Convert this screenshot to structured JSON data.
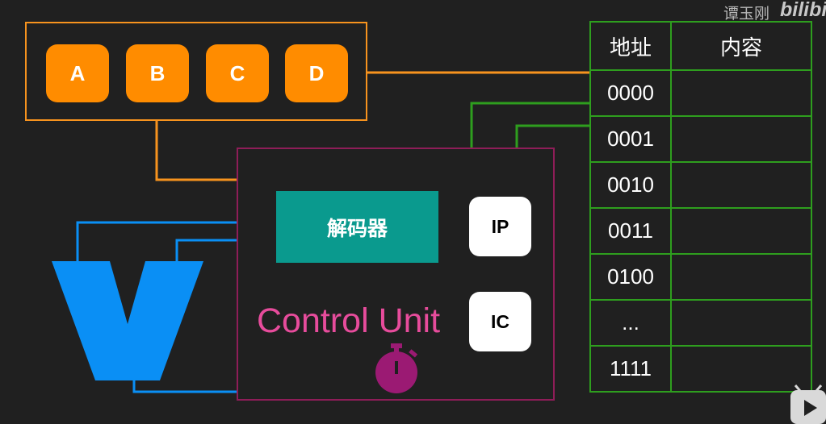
{
  "watermark": {
    "author": "谭玉刚",
    "logo": "bilibili"
  },
  "registers": [
    "A",
    "B",
    "C",
    "D"
  ],
  "control_unit": {
    "label": "Control Unit",
    "decoder": "解码器",
    "ip": "IP",
    "ic": "IC"
  },
  "memory": {
    "header": {
      "address": "地址",
      "content": "内容"
    },
    "rows": [
      {
        "address": "0000",
        "content": ""
      },
      {
        "address": "0001",
        "content": ""
      },
      {
        "address": "0010",
        "content": ""
      },
      {
        "address": "0011",
        "content": ""
      },
      {
        "address": "0100",
        "content": ""
      },
      {
        "address": "...",
        "content": ""
      },
      {
        "address": "1111",
        "content": ""
      }
    ]
  },
  "colors": {
    "background": "#202020",
    "registers": "#ff8c00",
    "register_border": "#f7931e",
    "control_unit_border": "#8e1d58",
    "control_unit_text": "#e74c9c",
    "decoder": "#0a9a8e",
    "memory_border": "#2e9e1e",
    "alu": "#0a8ff5",
    "clock": "#9b1a73"
  },
  "icons": {
    "alu": "alu-v-shape-icon",
    "clock": "stopwatch-icon",
    "play": "play-badge-icon"
  }
}
